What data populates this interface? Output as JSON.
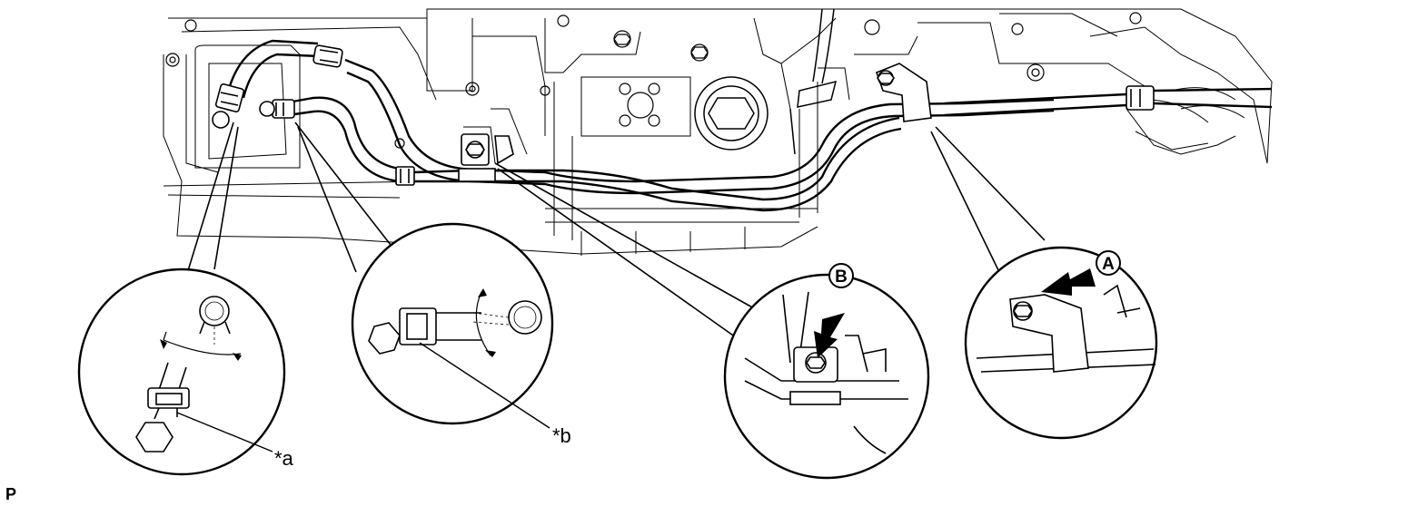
{
  "callouts": {
    "a": "*a",
    "b": "*b"
  },
  "markers": {
    "A": "A",
    "B": "B"
  },
  "page_code": "P",
  "colors": {
    "line": "#000000",
    "background": "#ffffff",
    "ghost": "#8a8a8a"
  }
}
